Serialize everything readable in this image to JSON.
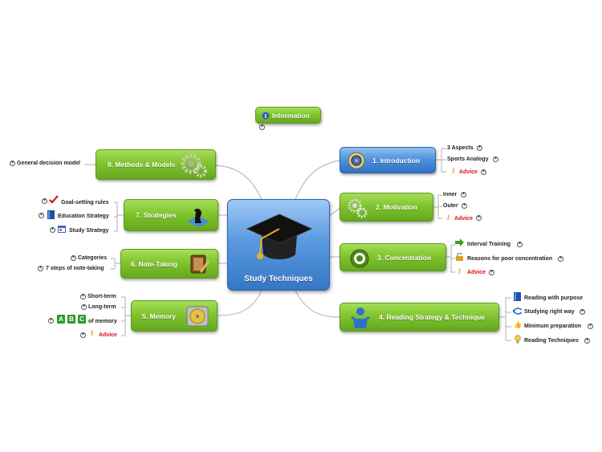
{
  "center": {
    "title": "Study Techniques",
    "icon": "graduation-cap-icon"
  },
  "info": {
    "label": "Information",
    "icon": "info-icon"
  },
  "right_nodes": [
    {
      "label": "1. Introduction",
      "icon": "speaker-icon",
      "children": [
        {
          "text": "3 Aspects"
        },
        {
          "text": "Sports Analogy"
        },
        {
          "text": "Advice",
          "red": true,
          "icon": "key-icon"
        }
      ]
    },
    {
      "label": "2. Motivation",
      "icon": "gears-icon",
      "children": [
        {
          "text": "Inner"
        },
        {
          "text": "Outer"
        },
        {
          "text": "Advice",
          "red": true,
          "icon": "key-icon"
        }
      ]
    },
    {
      "label": "3. Concentration",
      "icon": "target-icon",
      "children": [
        {
          "text": "Interval Training",
          "icon": "green-arrow-icon"
        },
        {
          "text": "Reasons for poor concentration",
          "icon": "lock-icon"
        },
        {
          "text": "Advice",
          "red": true,
          "icon": "key-icon"
        }
      ]
    },
    {
      "label": "4. Reading Strategy & Technique",
      "icon": "person-icon",
      "children": [
        {
          "text": "Reading with purpose",
          "icon": "book-icon"
        },
        {
          "text": "Studying right way",
          "icon": "arrows-icon"
        },
        {
          "text": "Minimum preparation",
          "icon": "thumbs-up-icon"
        },
        {
          "text": "Reading Techniques",
          "icon": "bulb-icon"
        }
      ]
    }
  ],
  "left_nodes": [
    {
      "label": "8. Methods & Models",
      "icon": "cogs-icon",
      "children": [
        {
          "text": "General decision model"
        }
      ]
    },
    {
      "label": "7. Strategies",
      "icon": "chess-icon",
      "children": [
        {
          "text": "Goal-setting rules",
          "icon": "checkmark-icon"
        },
        {
          "text": "Education Strategy",
          "icon": "book-icon"
        },
        {
          "text": "Study Strategy",
          "icon": "window-icon"
        }
      ]
    },
    {
      "label": "6. Note-Taking",
      "icon": "notebook-icon",
      "children": [
        {
          "text": "Categories"
        },
        {
          "text": "7 steps of note-taking"
        }
      ]
    },
    {
      "label": "5. Memory",
      "icon": "disk-icon",
      "children": [
        {
          "text": "Short-term"
        },
        {
          "text": "Long-term"
        },
        {
          "text": "of memory",
          "abc": [
            "A",
            "B",
            "C"
          ]
        },
        {
          "text": "Advice",
          "red": true,
          "icon": "key-icon"
        }
      ]
    }
  ],
  "colors": {
    "green": "#7ec32d",
    "blue": "#4b8fdd",
    "advice": "#e01010",
    "line": "#b8b8b8"
  }
}
